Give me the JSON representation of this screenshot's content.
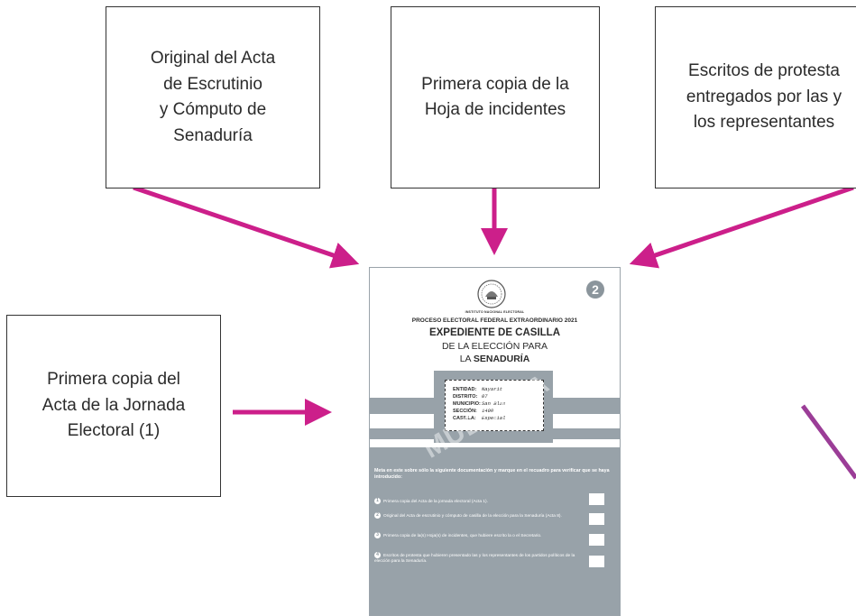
{
  "boxes": {
    "acta_escrutinio": "Original del Acta\nde Escrutinio\ny Cómputo de\nSenaduría",
    "hoja_incidentes": "Primera copia de la\nHoja de incidentes",
    "escritos_protesta": "Escritos de protesta\nentregados por las y\nlos representantes",
    "acta_jornada": "Primera copia del\nActa de la Jornada\nElectoral (1)"
  },
  "colors": {
    "arrow": "#cc1f8a",
    "arrow_purple": "#9b3d97",
    "envelope_gray": "#98a2a9"
  },
  "envelope": {
    "badge": "2",
    "institute": "INSTITUTO NACIONAL ELECTORAL",
    "process": "PROCESO ELECTORAL FEDERAL EXTRAORDINARIO 2021",
    "title_line1": "EXPEDIENTE DE CASILLA",
    "title_line2": "DE LA ELECCIÓN PARA",
    "title_line3_prefix": "LA ",
    "title_line3_bold": "SENADURÍA",
    "watermark": "MUESTRA",
    "fields": [
      {
        "key": "ENTIDAD:",
        "value": "Nayarit"
      },
      {
        "key": "DISTRITO:",
        "value": "07"
      },
      {
        "key": "MUNICIPIO:",
        "value": "San Blas"
      },
      {
        "key": "SECCIÓN:",
        "value": "1400"
      },
      {
        "key": "CASILLA:",
        "value": "Especial"
      }
    ],
    "instructions": "Meta en este sobre sólo la siguiente documentación y marque en el recuadro para verificar que se haya introducido:",
    "items": [
      {
        "n": "1",
        "text": "Primera copia del Acta de la jornada electoral (Acta 1)."
      },
      {
        "n": "2",
        "text": "Original del Acta de escrutinio y cómputo de casilla de la elección para la Senaduría (Acta 8)."
      },
      {
        "n": "3",
        "text": "Primera copia de la(s) Hoja(s) de incidentes, que hubiere escrito la o el Secretario."
      },
      {
        "n": "4",
        "text": "Escritos de protesta que hubieren presentado las y los representantes de los partidos políticos de la elección para la Senaduría."
      }
    ]
  }
}
